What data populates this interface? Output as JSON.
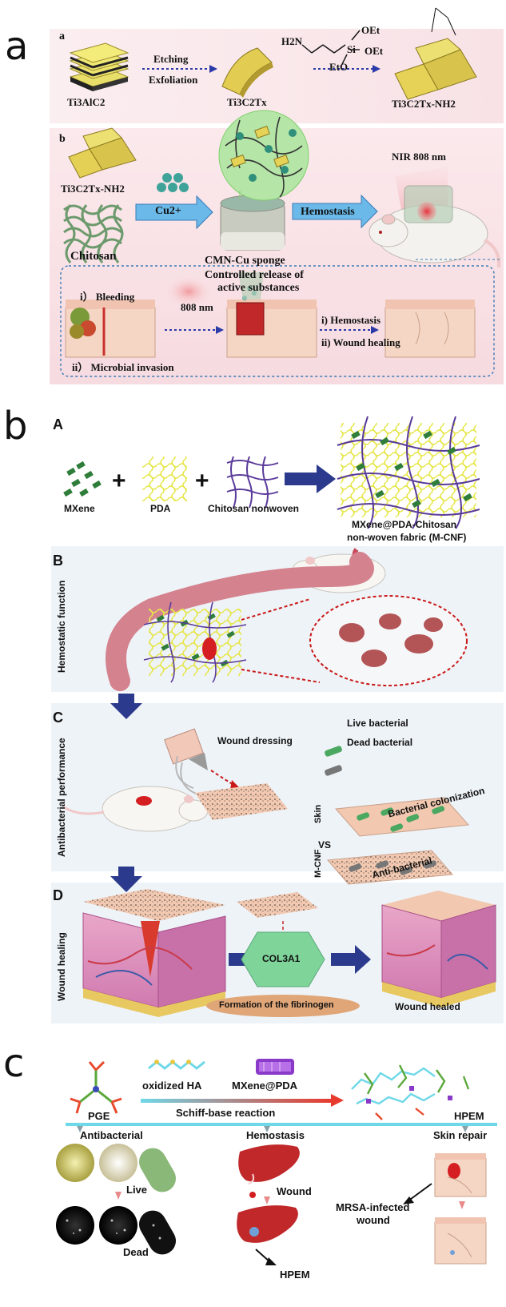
{
  "panel_a": {
    "letter": "a",
    "sub_a": "a",
    "sub_b": "b",
    "ti3alc2": "Ti3AlC2",
    "etching": "Etching",
    "exfoliation": "Exfoliation",
    "ti3c2tx": "Ti3C2Tx",
    "h2n": "H2N",
    "si": "Si",
    "oet1": "OEt",
    "oet2": "OEt",
    "eto": "EtO",
    "ti3c2tx_nh2": "Ti3C2Tx-NH2",
    "ti3c2tx_nh2_b": "Ti3C2Tx-NH2",
    "cu2": "Cu2+",
    "hemostasis": "Hemostasis",
    "nir": "NIR 808 nm",
    "chitosan": "Chitosan",
    "sponge": "CMN-Cu sponge",
    "controlled1": "Controlled release of",
    "controlled2": "active substances",
    "bleeding": "i） Bleeding",
    "microbial": "ii） Microbial invasion",
    "nm808": "808 nm",
    "hemostasis_i": "i) Hemostasis",
    "wound_healing_ii": "ii) Wound healing"
  },
  "panel_b": {
    "letter": "b",
    "A": "A",
    "B": "B",
    "C": "C",
    "D": "D",
    "mxene": "MXene",
    "pda": "PDA",
    "chitosan_nonwoven": "Chitosan nonwoven",
    "mcnf1": "MXene@PDA-Chitosan",
    "mcnf2": "non-woven fabric (M-CNF)",
    "hemostatic_function": "Hemostatic function",
    "antibacterial_performance": "Antibacterial performance",
    "wound_dressing": "Wound dressing",
    "live_bacterial": "Live bacterial",
    "dead_bacterial": "Dead bacterial",
    "skin": "Skin",
    "vs": "VS",
    "mcnf": "M-CNF",
    "bacterial_colonization": "Bacterial colonization",
    "anti_bacterial": "Anti-bacterial",
    "wound_healing": "Wound healing",
    "col3a1": "COL3A1",
    "fibrinogen": "Formation of the fibrinogen",
    "wound_healed": "Wound healed"
  },
  "panel_c": {
    "letter": "c",
    "oxidized_ha": "oxidized HA",
    "mxene_pda": "MXene@PDA",
    "pge": "PGE",
    "schiff": "Schiff-base reaction",
    "hpem": "HPEM",
    "antibacterial": "Antibacterial",
    "hemostasis": "Hemostasis",
    "skin_repair": "Skin repair",
    "live": "Live",
    "dead": "Dead",
    "wound": "Wound",
    "hpem2": "HPEM",
    "mrsa1": "MRSA-infected",
    "mrsa2": "wound"
  },
  "colors": {
    "mxene_green": "#2f7d3a",
    "pda_yellow": "#e6e64a",
    "chitosan_purple": "#5a3a9a",
    "arrow_navy": "#2b3a8c",
    "skin_pink": "#d98fb8",
    "hex_green": "#7fd49a",
    "fibrinogen": "#e0a678",
    "cyan_arrow": "#66d8e8",
    "liver_red": "#c0282a"
  }
}
